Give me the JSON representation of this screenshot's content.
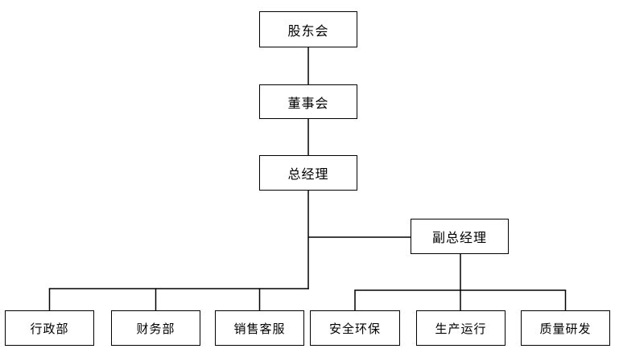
{
  "diagram": {
    "type": "org-chart",
    "background_color": "#ffffff",
    "line_color": "#000000",
    "box_fill_color": "#ffffff",
    "box_border_color": "#000000",
    "text_color": "#000000",
    "nodes": {
      "shareholders": {
        "label": "股东会"
      },
      "board": {
        "label": "董事会"
      },
      "gm": {
        "label": "总经理"
      },
      "dgm": {
        "label": "副总经理"
      },
      "admin": {
        "label": "行政部"
      },
      "finance": {
        "label": "财务部"
      },
      "sales": {
        "label": "销售客服"
      },
      "safety": {
        "label": "安全环保"
      },
      "production": {
        "label": "生产运行"
      },
      "quality": {
        "label": "质量研发"
      }
    },
    "edges": [
      {
        "from": "股东会",
        "to": "董事会"
      },
      {
        "from": "董事会",
        "to": "总经理"
      },
      {
        "from": "总经理",
        "to": "副总经理"
      },
      {
        "from": "总经理",
        "to": "行政部"
      },
      {
        "from": "总经理",
        "to": "财务部"
      },
      {
        "from": "总经理",
        "to": "销售客服"
      },
      {
        "from": "副总经理",
        "to": "安全环保"
      },
      {
        "from": "副总经理",
        "to": "生产运行"
      },
      {
        "from": "副总经理",
        "to": "质量研发"
      }
    ]
  }
}
